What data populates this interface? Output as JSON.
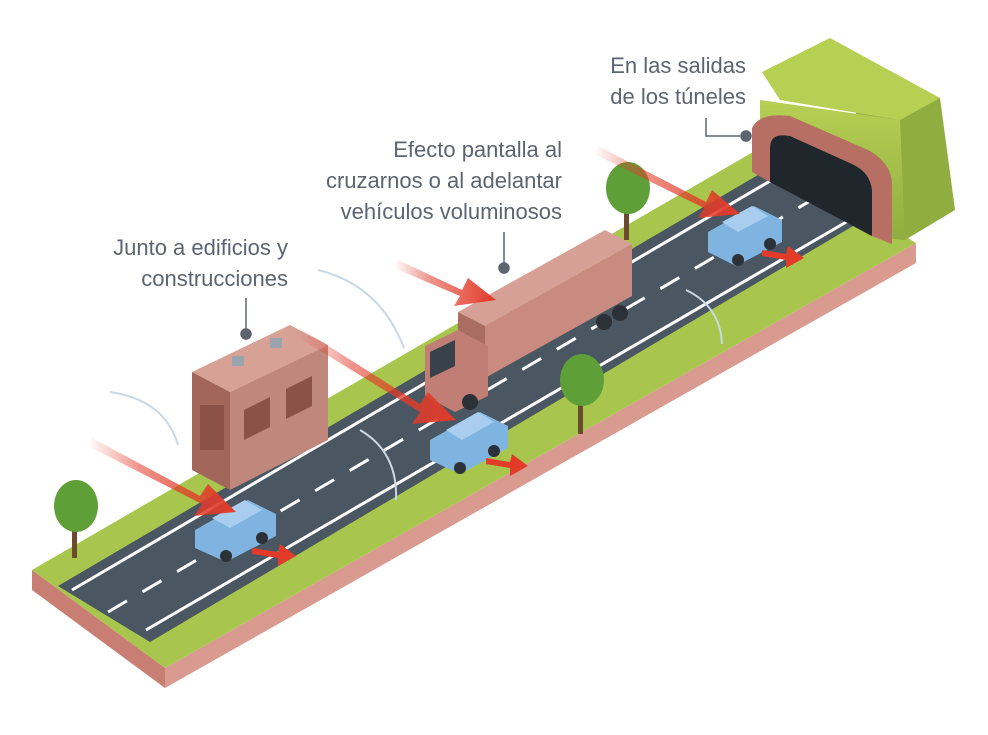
{
  "callouts": {
    "tunnels": {
      "lines": [
        "En las salidas",
        "de los túneles"
      ]
    },
    "overtaking": {
      "lines": [
        "Efecto pantalla al",
        "cruzarnos o al adelantar",
        "vehículos voluminosos"
      ]
    },
    "buildings": {
      "lines": [
        "Junto a edificios y",
        "construcciones"
      ]
    }
  },
  "colors": {
    "wind_arrow": "#e23b2a",
    "road": "#4a5661",
    "grass": "#a8c64d",
    "earth": "#d99a8f",
    "car": "#7fb4e0",
    "truck": "#c98a7f",
    "building": "#c0877c",
    "tree": "#5e9f38",
    "callout_text": "#5d6470"
  }
}
